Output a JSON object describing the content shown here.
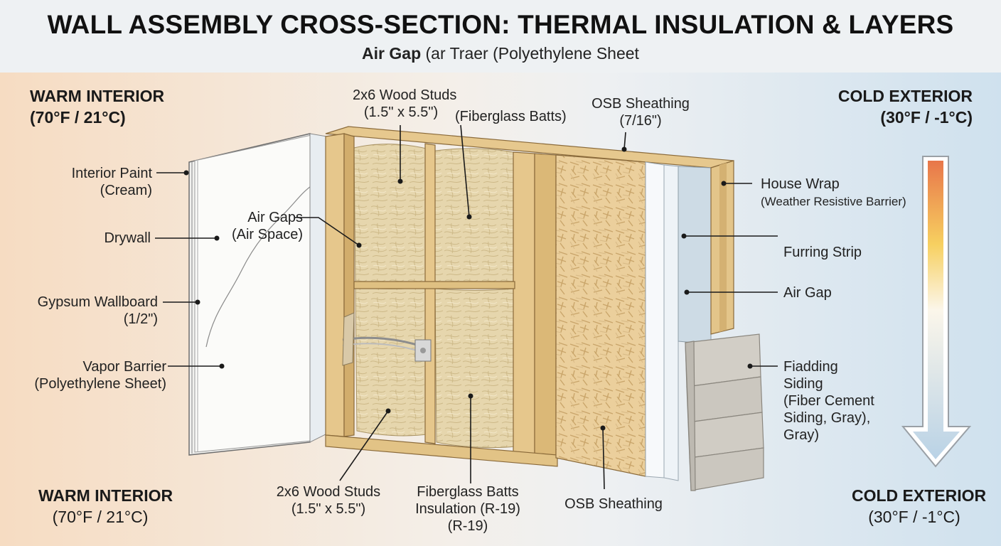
{
  "header": {
    "title": "WALL ASSEMBLY CROSS-SECTION: THERMAL INSULATION & LAYERS",
    "subtitle_bold": "Air Gap",
    "subtitle_rest": " (ar Traer (Polyethylene Sheet"
  },
  "zones": {
    "warm_top": {
      "line1": "WARM INTERIOR",
      "line2": "(70°F / 21°C)"
    },
    "cold_top": {
      "line1": "COLD EXTERIOR",
      "line2": "(30°F / -1°C)"
    },
    "warm_bottom": {
      "line1": "WARM INTERIOR",
      "line2": "(70°F / 21°C)"
    },
    "cold_bottom": {
      "line1": "COLD EXTERIOR",
      "line2": "(30°F / -1°C)"
    }
  },
  "labels": {
    "interior_paint": {
      "line1": "Interior Paint",
      "line2": "(Cream)"
    },
    "drywall": {
      "line1": "Drywall"
    },
    "gypsum": {
      "line1": "Gypsum Wallboard",
      "line2": "(1/2\")"
    },
    "vapor_barrier": {
      "line1": "Vapor Barrier",
      "line2": "(Polyethylene Sheet)"
    },
    "air_gaps": {
      "line1": "Air Gaps",
      "line2": "(Air Space)"
    },
    "studs_top": {
      "line1": "2x6 Wood Studs",
      "line2": "(1.5\" x 5.5\")"
    },
    "batts_top": {
      "line1": "(Fiberglass Batts)"
    },
    "osb_top": {
      "line1": "OSB Sheathing",
      "line2": "(7/16\")"
    },
    "house_wrap": {
      "line1": "House Wrap",
      "line2": "(Weather Resistive Barrier)"
    },
    "furring": {
      "line1": "Furring Strip"
    },
    "air_gap": {
      "line1": "Air Gap"
    },
    "siding": {
      "line1": "Fiadding",
      "line2": "Siding",
      "line3": "(Fiber Cement",
      "line4": "Siding, Gray),",
      "line5": "Gray)"
    },
    "studs_bottom": {
      "line1": "2x6 Wood Studs",
      "line2": "(1.5\" x 5.5\")"
    },
    "batts_bottom": {
      "line1": "Fiberglass Batts",
      "line2": "Insulation (R-19)",
      "line3": "(R-19)"
    },
    "osb_bottom": {
      "line1": "OSB Sheathing"
    }
  },
  "colors": {
    "warm": "#f6dcc2",
    "cold": "#cfe1ee",
    "wood": "#e8cc96",
    "insulation": "#e7d7ae",
    "osb": "#ebcf9c",
    "siding": "#cfcbc2",
    "arrow_top": "#e8764a",
    "arrow_mid": "#f7d060",
    "arrow_bottom": "#b9d2e6"
  }
}
